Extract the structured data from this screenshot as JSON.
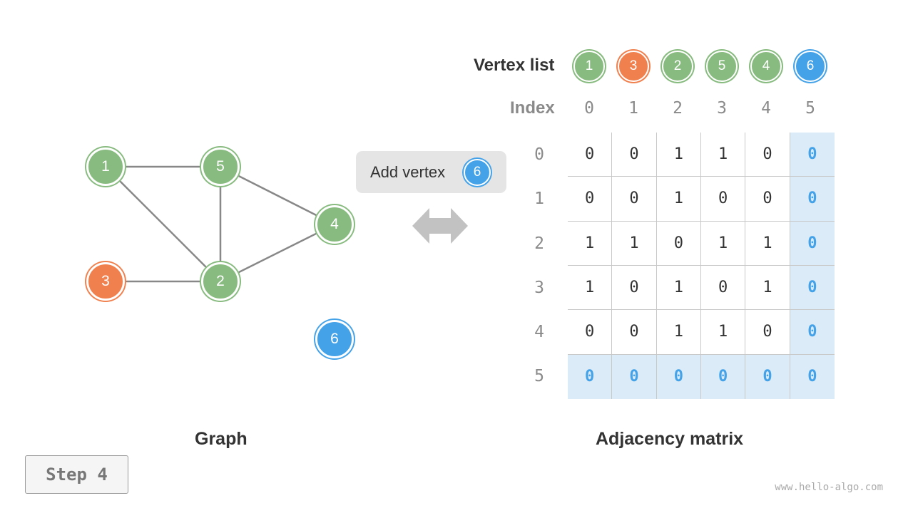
{
  "graph": {
    "caption": "Graph",
    "nodes": [
      {
        "id": "1",
        "label": "1",
        "color": "green"
      },
      {
        "id": "5",
        "label": "5",
        "color": "green"
      },
      {
        "id": "4",
        "label": "4",
        "color": "green"
      },
      {
        "id": "3",
        "label": "3",
        "color": "orange"
      },
      {
        "id": "2",
        "label": "2",
        "color": "green"
      },
      {
        "id": "6",
        "label": "6",
        "color": "blue"
      }
    ],
    "edges": [
      [
        "1",
        "5"
      ],
      [
        "1",
        "2"
      ],
      [
        "5",
        "2"
      ],
      [
        "5",
        "4"
      ],
      [
        "3",
        "2"
      ],
      [
        "2",
        "4"
      ]
    ]
  },
  "operation": {
    "label": "Add vertex",
    "vertex": "6"
  },
  "vertex_list": {
    "title": "Vertex list",
    "index_title": "Index",
    "vertices": [
      {
        "label": "1",
        "color": "green"
      },
      {
        "label": "3",
        "color": "orange"
      },
      {
        "label": "2",
        "color": "green"
      },
      {
        "label": "5",
        "color": "green"
      },
      {
        "label": "4",
        "color": "green"
      },
      {
        "label": "6",
        "color": "blue"
      }
    ],
    "indices": [
      "0",
      "1",
      "2",
      "3",
      "4",
      "5"
    ]
  },
  "matrix": {
    "caption": "Adjacency matrix",
    "row_indices": [
      "0",
      "1",
      "2",
      "3",
      "4",
      "5"
    ],
    "rows": [
      [
        "0",
        "0",
        "1",
        "1",
        "0",
        "0"
      ],
      [
        "0",
        "0",
        "1",
        "0",
        "0",
        "0"
      ],
      [
        "1",
        "1",
        "0",
        "1",
        "1",
        "0"
      ],
      [
        "1",
        "0",
        "1",
        "0",
        "1",
        "0"
      ],
      [
        "0",
        "0",
        "1",
        "1",
        "0",
        "0"
      ],
      [
        "0",
        "0",
        "0",
        "0",
        "0",
        "0"
      ]
    ],
    "highlight": {
      "row": 5,
      "col": 5
    }
  },
  "step_label": "Step 4",
  "watermark": "www.hello-algo.com",
  "colors": {
    "green": "#88bb7f",
    "orange": "#f0814f",
    "blue": "#44a2e8",
    "edge": "#888888",
    "highlight_bg": "#dbebf8"
  }
}
